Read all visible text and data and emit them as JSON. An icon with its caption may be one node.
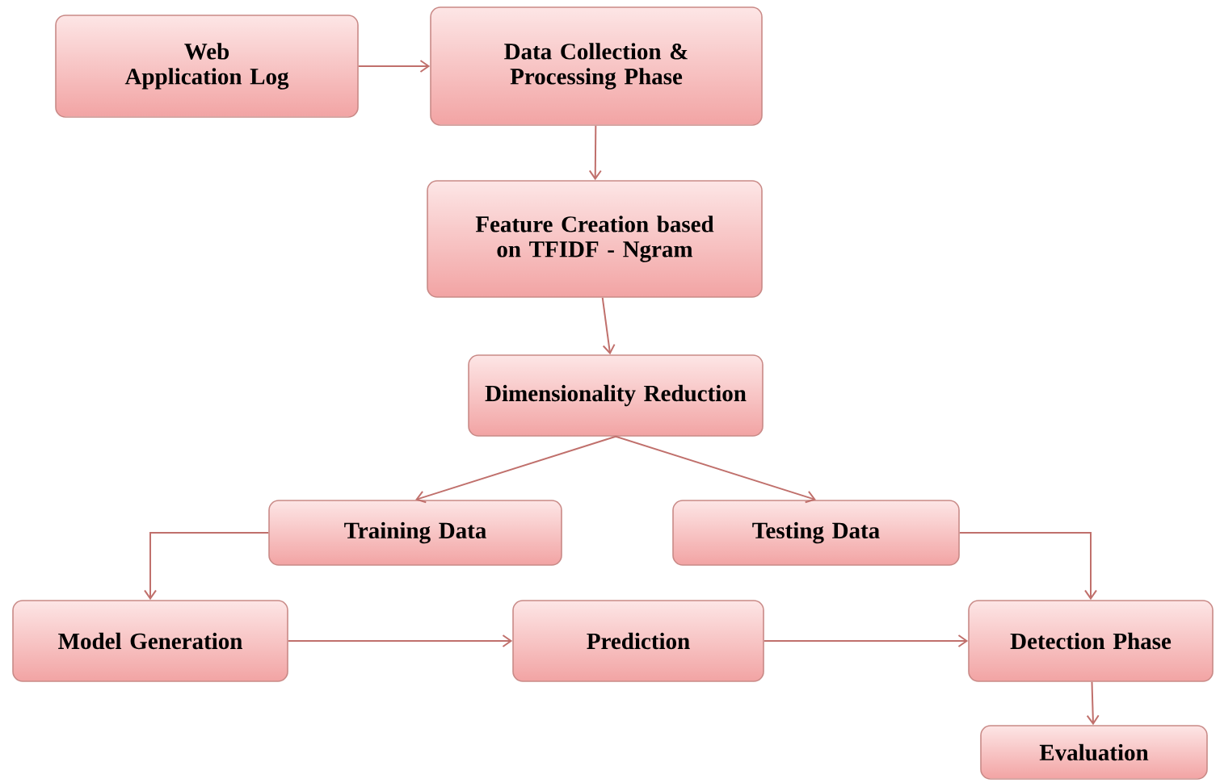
{
  "diagram": {
    "nodes": [
      {
        "text": [
          "Web Application Log"
        ]
      },
      {
        "text": [
          "Data Collection & Processing Phase"
        ]
      },
      {
        "text": [
          "Feature Creation based on TFIDF - Ngram"
        ]
      },
      {
        "text": [
          "Dimensionality Reduction"
        ]
      },
      {
        "text": [
          "Training Data"
        ]
      },
      {
        "text": [
          "Testing Data"
        ]
      },
      {
        "text": [
          "Model Generation"
        ]
      },
      {
        "text": [
          "Prediction"
        ]
      },
      {
        "text": [
          "Detection Phase"
        ]
      },
      {
        "text": [
          "Evaluation"
        ]
      }
    ],
    "edges": [
      {
        "from": 0,
        "to": 1,
        "arrow": "to"
      },
      {
        "from": 1,
        "to": 2,
        "arrow": "to"
      },
      {
        "from": 2,
        "to": 3,
        "arrow": "to"
      },
      {
        "from": 3,
        "to": 4,
        "arrow": "to"
      },
      {
        "from": 3,
        "to": 5,
        "arrow": "to"
      },
      {
        "from": 4,
        "to": 6,
        "arrow": "to"
      },
      {
        "from": 5,
        "to": 8,
        "arrow": "to"
      },
      {
        "from": 6,
        "to": 7,
        "arrow": "to"
      },
      {
        "from": 7,
        "to": 8,
        "arrow": "to"
      },
      {
        "from": 8,
        "to": 9,
        "arrow": "to"
      }
    ]
  }
}
